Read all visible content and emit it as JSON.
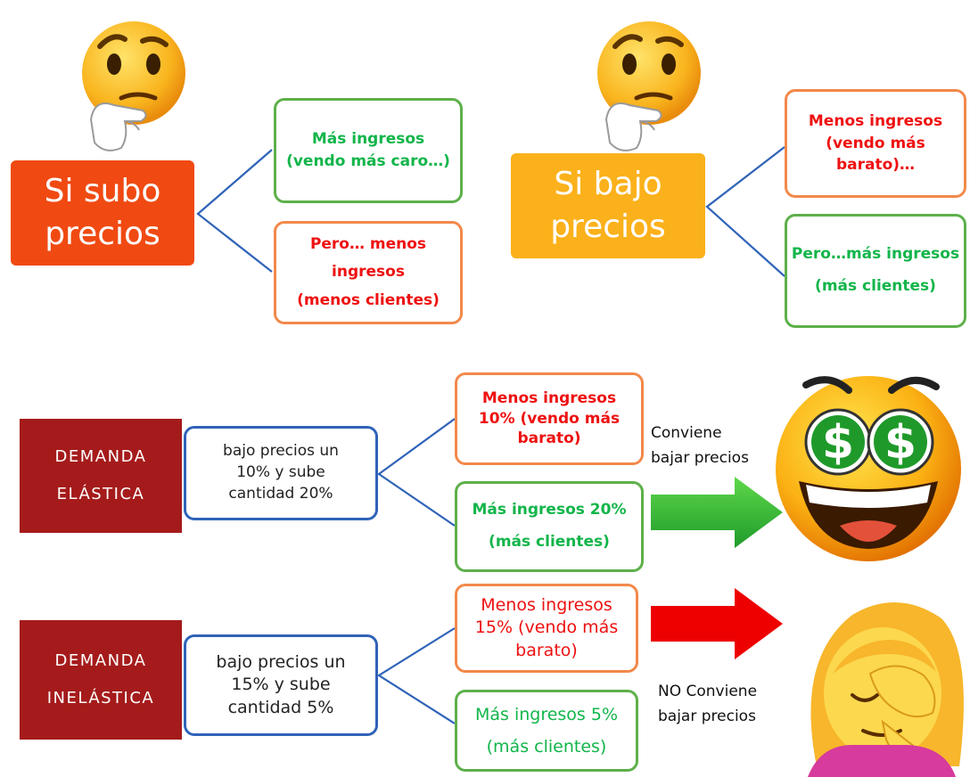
{
  "top_left": {
    "main": "Si subo\nprecios",
    "box_a": "Más ingresos\n(vendo más caro…)",
    "box_b": "Pero… menos\ningresos\n(menos clientes)"
  },
  "top_right": {
    "main": "Si bajo\nprecios",
    "box_a": "Menos ingresos\n(vendo más\nbarato)…",
    "box_b": "Pero…más ingresos\n(más clientes)"
  },
  "elastic": {
    "label": "DEMANDA\nELÁSTICA",
    "condition": "bajo precios un\n10% y sube\ncantidad 20%",
    "box_a": "Menos ingresos\n10%  (vendo más\nbarato)",
    "box_b": "Más ingresos 20%\n(más clientes)",
    "note": "Conviene\nbajar precios"
  },
  "inelastic": {
    "label": "DEMANDA\nINELÁSTICA",
    "condition": "bajo precios un\n15% y sube\ncantidad 5%",
    "box_a": "Menos ingresos\n15%  (vendo más\nbarato)",
    "box_b": "Más ingresos 5%\n(más clientes)",
    "note": "NO Conviene\nbajar precios"
  },
  "money_symbol": "$",
  "icons": {
    "thinking_left": "thinking-face-icon",
    "thinking_right": "thinking-face-icon",
    "money": "money-eyes-face-icon",
    "facepalm": "facepalm-person-icon",
    "arrow_green": "green-right-arrow-icon",
    "arrow_red": "red-right-arrow-icon"
  },
  "colors": {
    "subo": "#f04a12",
    "bajo": "#fbb11b",
    "demanda": "#a51b1b",
    "green_text": "#12b54a",
    "red_text": "#ee1111",
    "connector": "#2f63b8"
  }
}
